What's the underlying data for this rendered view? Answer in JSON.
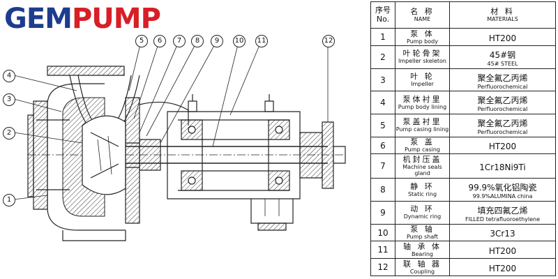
{
  "logo": {
    "part1": "GEM",
    "part2": "PUMP"
  },
  "callouts": [
    "1",
    "2",
    "3",
    "4",
    "5",
    "6",
    "7",
    "8",
    "9",
    "10",
    "11",
    "12"
  ],
  "table": {
    "header": {
      "no_cn": "序号",
      "no_en": "No.",
      "name_cn": "名 称",
      "name_en": "NAME",
      "mat_cn": "材 料",
      "mat_en": "MATERIALS"
    },
    "rows": [
      {
        "no": "1",
        "name_cn": "泵 体",
        "name_en": "Pump body",
        "mat": "HT200",
        "mat_en": ""
      },
      {
        "no": "2",
        "name_cn": "叶轮骨架",
        "name_en": "Impeller skeleton",
        "mat": "45#钢",
        "mat_en": "45# STEEL"
      },
      {
        "no": "3",
        "name_cn": "叶 轮",
        "name_en": "Impeller",
        "mat": "聚全氟乙丙烯",
        "mat_en": "Perfluorochemical"
      },
      {
        "no": "4",
        "name_cn": "泵体衬里",
        "name_en": "Pump body lining",
        "mat": "聚全氟乙丙烯",
        "mat_en": "Perfluorochemical"
      },
      {
        "no": "5",
        "name_cn": "泵盖衬里",
        "name_en": "Pump casing lining",
        "mat": "聚全氟乙丙烯",
        "mat_en": "Perfluorochemical"
      },
      {
        "no": "6",
        "name_cn": "泵 盖",
        "name_en": "Pump casing",
        "mat": "HT200",
        "mat_en": ""
      },
      {
        "no": "7",
        "name_cn": "机封压盖",
        "name_en": "Machine seals gland",
        "mat": "1Cr18Ni9Ti",
        "mat_en": ""
      },
      {
        "no": "8",
        "name_cn": "静 环",
        "name_en": "Static ring",
        "mat": "99.9%氧化铝陶瓷",
        "mat_en": "99.9%ALUMINA china"
      },
      {
        "no": "9",
        "name_cn": "动 环",
        "name_en": "Dynamic ring",
        "mat": "填充四氟乙烯",
        "mat_en": "FILLED tetrafluoroethylene"
      },
      {
        "no": "10",
        "name_cn": "泵 轴",
        "name_en": "Pump shaft",
        "mat": "3Cr13",
        "mat_en": ""
      },
      {
        "no": "11",
        "name_cn": "轴 承 体",
        "name_en": "Bearing",
        "mat": "HT200",
        "mat_en": ""
      },
      {
        "no": "12",
        "name_cn": "联 轴 器",
        "name_en": "Coupling",
        "mat": "HT200",
        "mat_en": ""
      }
    ]
  }
}
